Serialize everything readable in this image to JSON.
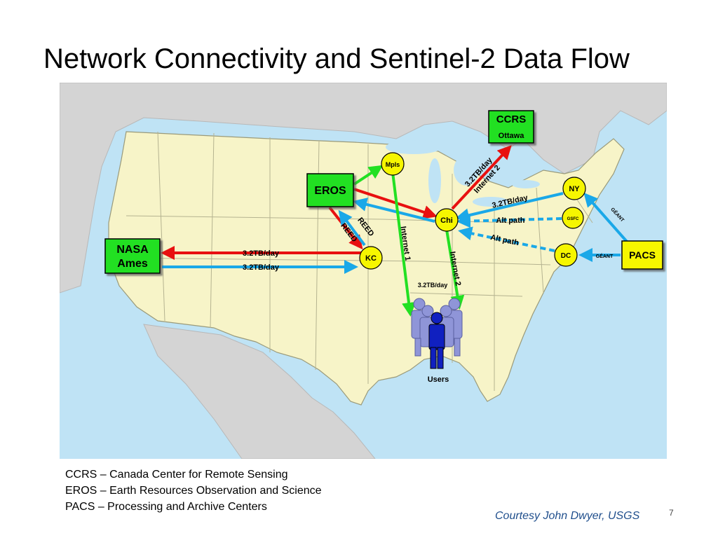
{
  "slide": {
    "title": "Network Connectivity and Sentinel-2 Data Flow",
    "page_number": "7",
    "credit": "Courtesy John Dwyer, USGS"
  },
  "legend": [
    "CCRS – Canada Center for Remote Sensing",
    "EROS – Earth Resources Observation and Science",
    "PACS – Processing and Archive Centers"
  ],
  "nodes": {
    "ccrs": {
      "label": "CCRS",
      "sublabel": "Ottawa"
    },
    "eros": {
      "label": "EROS"
    },
    "nasa": {
      "label_line1": "NASA",
      "label_line2": "Ames"
    },
    "pacs": {
      "label": "PACS"
    },
    "mpls": {
      "label": "Mpls"
    },
    "chi": {
      "label": "Chi"
    },
    "kc": {
      "label": "KC"
    },
    "ny": {
      "label": "NY"
    },
    "gsfc": {
      "label": "GSFC"
    },
    "dc": {
      "label": "DC"
    },
    "users": {
      "label": "Users"
    }
  },
  "links": {
    "nasa_red_rate": "3.2TB/day",
    "nasa_blue_rate": "3.2TB/day",
    "ccrs_rate": "3.2TB/day",
    "ccrs_net": "Internet 2",
    "ny_rate": "3.2TB/day",
    "reed_1": "REED",
    "reed_2": "REED",
    "internet1": "Internet 1",
    "internet2": "Internet 2",
    "users_rate": "3.2TB/day",
    "alt_path_1": "Alt path",
    "alt_path_2": "Alt path",
    "geant_1": "GÉANT",
    "geant_2": "GÉANT"
  },
  "colors": {
    "ocean": "#bfe3f5",
    "land_us": "#f7f4c8",
    "land_other": "#d4d4d4",
    "node_green": "#22e022",
    "node_yellow": "#f6f600",
    "arrow_red": "#e81010",
    "arrow_blue": "#1aa8e8",
    "arrow_green": "#22e022",
    "user_blue": "#1020c0"
  }
}
